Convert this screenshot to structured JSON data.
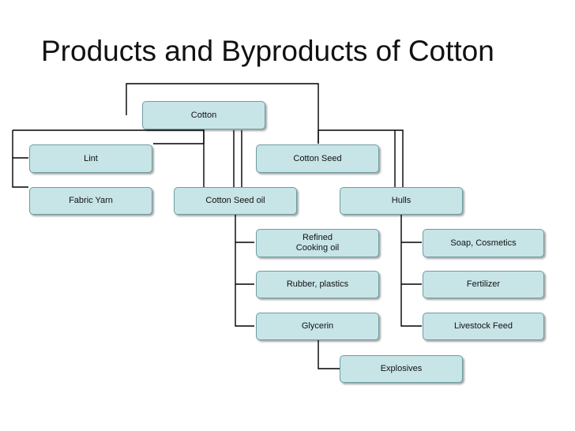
{
  "title": "Products and Byproducts of Cotton",
  "nodes": {
    "cotton": "Cotton",
    "lint": "Lint",
    "cotton_seed": "Cotton Seed",
    "fabric_yarn": "Fabric Yarn",
    "cotton_seed_oil": "Cotton Seed oil",
    "hulls": "Hulls",
    "refined_cooking_oil": "Refined\nCooking oil",
    "rubber_plastics": "Rubber, plastics",
    "glycerin": "Glycerin",
    "explosives": "Explosives",
    "soap_cosmetics": "Soap, Cosmetics",
    "fertilizer": "Fertilizer",
    "livestock_feed": "Livestock Feed"
  },
  "colors": {
    "node_fill": "#c7e4e7",
    "node_border": "#6e9da3",
    "connector": "#000000"
  }
}
